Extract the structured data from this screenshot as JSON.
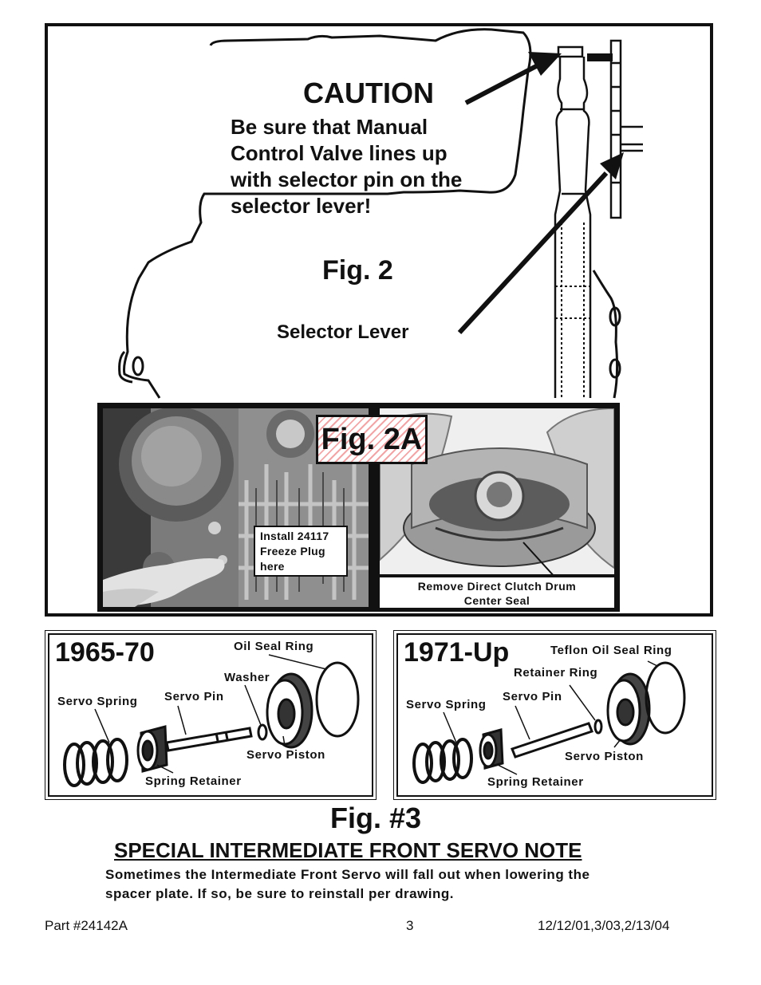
{
  "fig2": {
    "caution_title": "CAUTION",
    "caution_lines": [
      "Be sure that Manual",
      "Control Valve lines up",
      "with selector pin on the",
      "selector lever!"
    ],
    "figure_label": "Fig. 2",
    "selector_label": "Selector Lever"
  },
  "fig2a": {
    "figure_label": "Fig. 2A",
    "plug_callout": [
      "Install 24117",
      "Freeze Plug",
      "here"
    ],
    "seal_callout": [
      "Remove Direct Clutch Drum",
      "Center Seal"
    ]
  },
  "servo_early": {
    "year": "1965-70",
    "labels": {
      "oil_seal_ring": "Oil Seal Ring",
      "washer": "Washer",
      "servo_spring": "Servo Spring",
      "servo_pin": "Servo Pin",
      "servo_piston": "Servo Piston",
      "spring_retainer": "Spring Retainer"
    }
  },
  "servo_late": {
    "year": "1971-Up",
    "labels": {
      "teflon_oil_seal_ring": "Teflon Oil Seal Ring",
      "retainer_ring": "Retainer Ring",
      "servo_spring": "Servo Spring",
      "servo_pin": "Servo Pin",
      "servo_piston": "Servo Piston",
      "spring_retainer": "Spring Retainer"
    }
  },
  "fig3": {
    "figure_label": "Fig. #3",
    "note_title": "SPECIAL INTERMEDIATE FRONT SERVO NOTE",
    "note_lines": [
      "Sometimes the Intermediate Front Servo will fall out when lowering the",
      "spacer plate. If so, be sure to reinstall per drawing."
    ]
  },
  "footer": {
    "part": "Part #24142A",
    "page": "3",
    "dates": "12/12/01,3/03,2/13/04"
  }
}
